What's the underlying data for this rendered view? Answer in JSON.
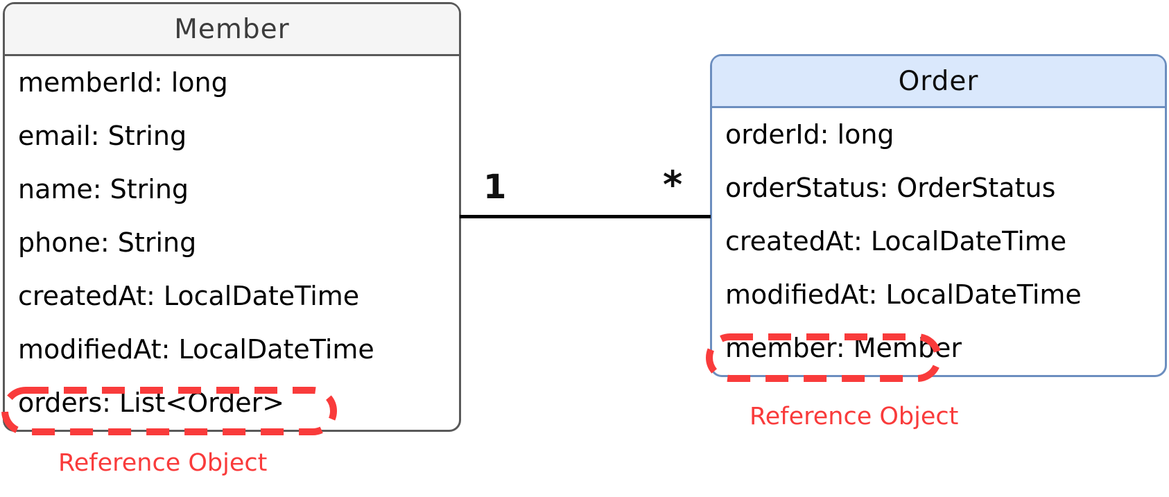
{
  "member": {
    "name": "Member",
    "attributes": [
      "memberId: long",
      "email: String",
      "name: String",
      "phone: String",
      "createdAt: LocalDateTime",
      "modifiedAt: LocalDateTime",
      "orders: List<Order>"
    ],
    "header_fill": "#f5f5f5",
    "border_color": "#595959"
  },
  "order": {
    "name": "Order",
    "attributes": [
      "orderId: long",
      "orderStatus: OrderStatus",
      "createdAt: LocalDateTime",
      "modifiedAt: LocalDateTime",
      "member: Member"
    ],
    "header_fill": "#dae8fc",
    "border_color": "#6c8ebf"
  },
  "relationship": {
    "member_end_multiplicity": "1",
    "order_end_multiplicity": "*",
    "line_color": "#000000"
  },
  "annotations": {
    "color": "#f93b3b",
    "member_label": "Reference Object",
    "order_label": "Reference Object",
    "member_highlighted_attribute": "orders: List<Order>",
    "order_highlighted_attribute": "member: Member"
  }
}
